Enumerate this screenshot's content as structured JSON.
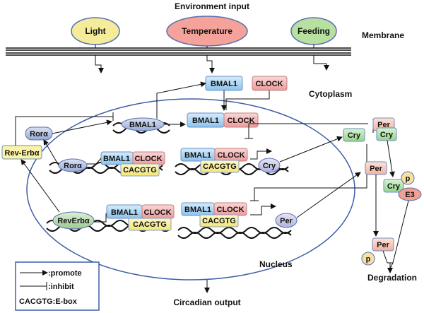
{
  "title": "Environment input",
  "inputs": {
    "light": "Light",
    "temperature": "Temperature",
    "feeding": "Feeding"
  },
  "regions": {
    "membrane": "Membrane",
    "cytoplasm": "Cytoplasm",
    "nucleus": "Nucleus"
  },
  "proteins": {
    "bmal1": "BMAL1",
    "clock": "CLOCK",
    "cry": "Cry",
    "per": "Per",
    "p": "p",
    "e3": "E3",
    "ror": "Rorα",
    "rev_erb": "Rev-Erbα",
    "rev_erb_gene": "RevErbα",
    "ebox": "CACGTG"
  },
  "outputs": {
    "degradation": "Degradation",
    "circadian": "Circadian output"
  },
  "legend": {
    "promote": ":promote",
    "inhibit": ":inhibit",
    "ebox": "CACGTG:E-box"
  },
  "colors": {
    "light_fill": "#f4ec9a",
    "temperature_fill": "#f4a29a",
    "feeding_fill": "#b8e0a0",
    "bmal1_fill": "#a8d0f0",
    "clock_fill": "#f4aaaa",
    "cry_fill": "#a8e0a0",
    "per_fill": "#f8c0b0",
    "ror_fill": "#a8b8d8",
    "ebox_fill": "#f8f090",
    "revgene_fill": "#a8d0a0",
    "e3_fill": "#f4a090",
    "p_fill": "#f8e0a0"
  }
}
